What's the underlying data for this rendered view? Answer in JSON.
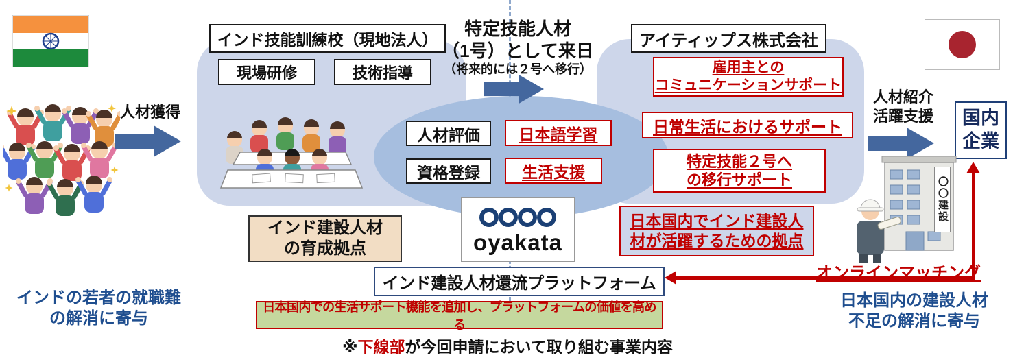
{
  "left": {
    "acquire_label": "人材獲得",
    "school_title": "インド技能訓練校（現地法人）",
    "training_items": [
      "現場研修",
      "技術指導"
    ],
    "base_note": "インド建設人材\nの育成拠点",
    "outcome_note": "インドの若者の就職難\nの解消に寄与"
  },
  "center": {
    "arrival_line1": "特定技能人材",
    "arrival_line2": "（1号）として来日",
    "arrival_line3": "（将来的には２号へ移行）",
    "eval_label": "人材評価",
    "register_label": "資格登録",
    "japanese_label": "日本語学習",
    "life_label": "生活支援",
    "logo_text": "oyakata",
    "platform_label": "インド建設人材還流プラットフォーム",
    "green_note": "日本国内での生活サポート機能を追加し、プラットフォームの価値を高める",
    "footnote_mark": "※",
    "footnote_red": "下線部",
    "footnote_rest": "が今回申請において取り組む事業内容"
  },
  "right": {
    "company_title": "アイティップス株式会社",
    "support_items": [
      "雇用主との\nコミュニケーションサポート",
      "日常生活におけるサポート",
      "特定技能２号へ\nの移行サポート"
    ],
    "intro_label": "人材紹介\n活躍支援",
    "domestic_label": "国内\n企業",
    "base_note": "日本国内でインド建設人\n材が活躍するための拠点",
    "matching_label": "オンラインマッチング",
    "building_sign": "〇〇建設",
    "outcome_note": "日本国内の建設人材\n不足の解消に寄与"
  },
  "colors": {
    "accent_red": "#c00000",
    "panel_blue": "#cdd6ea",
    "ellipse_blue": "#a6bedf",
    "arrow_blue": "#44679e",
    "note_blue": "#1f4e8f",
    "green_bg": "#c5d89e",
    "tan_bg": "#f2ddc4"
  }
}
